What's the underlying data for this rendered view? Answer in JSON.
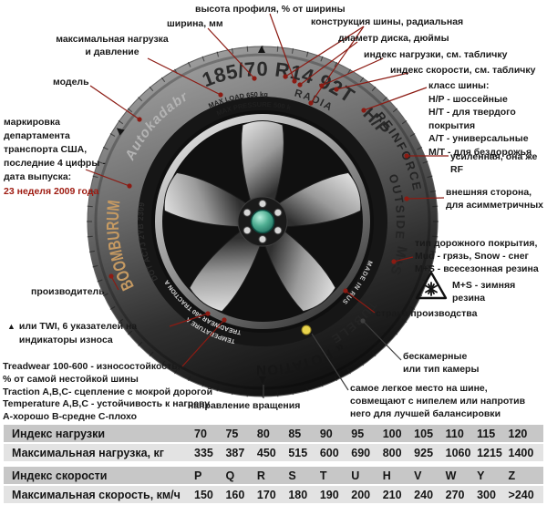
{
  "labels": {
    "profile_height": "высота профиля, % от ширины",
    "width": "ширина, мм",
    "construction": "конструкция шины, радиальная",
    "disk_diameter": "диаметр диска, дюймы",
    "load_index": "индекс нагрузки, см. табличку",
    "speed_index": "индекс скорости, см. табличку",
    "tire_class": "класс шины:\nH/P - шоссейные\nH/T - для твердого покрытия\nA/T - универсальные\nM/T - для бездорожья",
    "reinforced": "усиленная, она же RF",
    "outside": "внешняя сторона,\nдля асимметричных",
    "surface_type": "тип дорожного покрытия,\nMud - грязь, Snow - снег\nM+S - всесезонная резина",
    "winter": "M+S - зимняя резина",
    "country": "страна производства",
    "tube_type": "бескамерные\nили тип камеры",
    "balance": "самое легкое место на шине,\nсовмещают с нипелем или напротив\nнего для лучшей балансировки",
    "rotation": "направление вращения",
    "max_load_pressure": "максимальная нагрузка\nи давление",
    "model": "модель",
    "dot_marking": "маркировка\nдепартамента\nтранспорта США,\nпоследние 4 цифры -\nдата выпуска:",
    "dot_date": "23 неделя 2009 года",
    "manufacturer": "производитель",
    "twi_marker": "▲",
    "twi": "или TWI, 6 указателей на\nиндикаторы износа",
    "treadwear": "Treadwear 100-600 - износостойкость,\n% от самой нестойкой шины\nTraction A,B,C- сцепление с мокрой дорогой\nTemperature A,B,C - устойчивость к нагреву\nА-хорошо В-средне С-плохо"
  },
  "tire": {
    "size_marking": "185/70 R14 92T",
    "radial": "RADIAL",
    "class_mark": "H/P",
    "reinforced": "REINFORCED",
    "outside": "OUTSIDE",
    "ms": "M+S",
    "made_in": "MADE IN RUSSIA",
    "tubeless": "TUBELESS",
    "rotation": "« ROTATION",
    "brand": "BOOMBURUM",
    "model": "Autokadabra",
    "dot_code": "DOT AC7J 2YB 2309",
    "max_load": "MAX LOAD 650 kg",
    "max_pressure": "MAX PRESSURE 500 kPa",
    "treadwear_line": "TREADWEAR 360 TRACTION A",
    "temperature_line": "TEMPERATURE A"
  },
  "tables": {
    "load": {
      "rows": [
        {
          "label": "Индекс нагрузки",
          "values": [
            "70",
            "75",
            "80",
            "85",
            "90",
            "95",
            "100",
            "105",
            "110",
            "115",
            "120"
          ]
        },
        {
          "label": "Максимальная нагрузка, кг",
          "values": [
            "335",
            "387",
            "450",
            "515",
            "600",
            "690",
            "800",
            "925",
            "1060",
            "1215",
            "1400"
          ]
        }
      ]
    },
    "speed": {
      "rows": [
        {
          "label": "Индекс скорости",
          "values": [
            "P",
            "Q",
            "R",
            "S",
            "T",
            "U",
            "H",
            "V",
            "W",
            "Y",
            "Z"
          ]
        },
        {
          "label": "Максимальная скорость, км/ч",
          "values": [
            "150",
            "160",
            "170",
            "180",
            "190",
            "200",
            "210",
            "240",
            "270",
            "300",
            ">240"
          ]
        }
      ]
    }
  },
  "colors": {
    "leader_red": "#8c1b13",
    "date_red": "#9e1a10",
    "brand_tan": "#c69a62",
    "cap_teal": "#2e8f7f",
    "yellow_dot": "#e9d44c",
    "table_header_bg": "#c7c7c7",
    "table_row_bg": "#e3e3e3"
  }
}
